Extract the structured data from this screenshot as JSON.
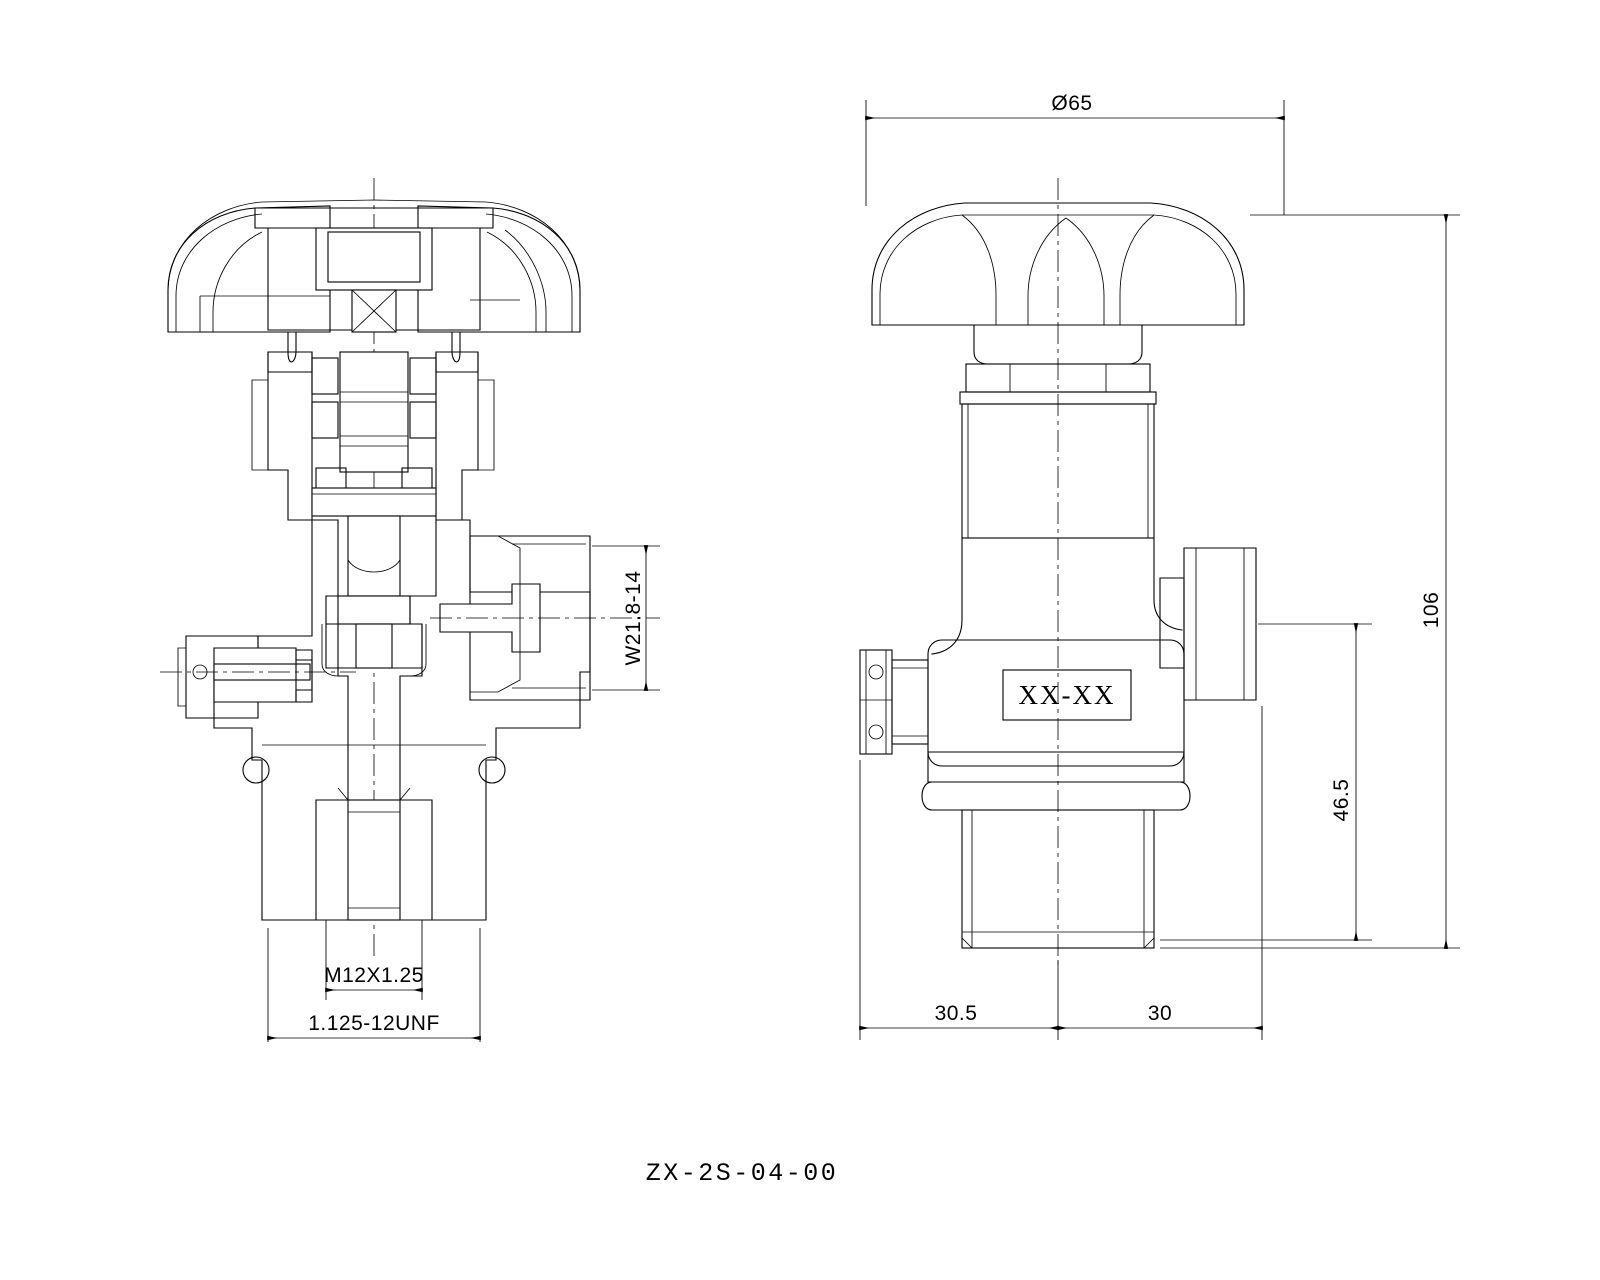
{
  "document": {
    "drawing_number": "ZX-2S-04-00",
    "background_color": "#ffffff",
    "line_color": "#000000",
    "sheet_width": 1600,
    "sheet_height": 1280
  },
  "views": {
    "section": {
      "name": "cross-section-view",
      "description": "Full sectional view of cylinder valve with handwheel, stem, packing, burst disc and inlet thread"
    },
    "elevation": {
      "name": "exterior-elevation-view",
      "description": "Outside elevation of cylinder valve showing handwheel, body, nameplate, outlet and inlet"
    }
  },
  "labels": {
    "nameplate": "XX-XX",
    "title_block": "ZX-2S-04-00"
  },
  "dimensions": {
    "section_view": [
      {
        "id": "outlet-thread",
        "text": "W21.8-14",
        "orientation": "vertical",
        "note": "outlet connection thread"
      },
      {
        "id": "inlet-small-thread",
        "text": "M12X1.25",
        "orientation": "horizontal",
        "note": "inner bore thread"
      },
      {
        "id": "inlet-main-thread",
        "text": "1.125-12UNF",
        "orientation": "horizontal",
        "note": "cylinder inlet thread"
      }
    ],
    "elevation_view": [
      {
        "id": "handwheel-diameter",
        "text": "Ø65",
        "orientation": "horizontal",
        "note": "handwheel outside diameter"
      },
      {
        "id": "overall-height",
        "text": "106",
        "orientation": "vertical",
        "note": "overall valve height"
      },
      {
        "id": "outlet-centre-height",
        "text": "46.5",
        "orientation": "vertical",
        "note": "outlet centreline height above inlet face"
      },
      {
        "id": "left-offset",
        "text": "30.5",
        "orientation": "horizontal",
        "note": "distance left of centreline"
      },
      {
        "id": "right-offset",
        "text": "30",
        "orientation": "horizontal",
        "note": "distance right of centreline"
      }
    ]
  }
}
